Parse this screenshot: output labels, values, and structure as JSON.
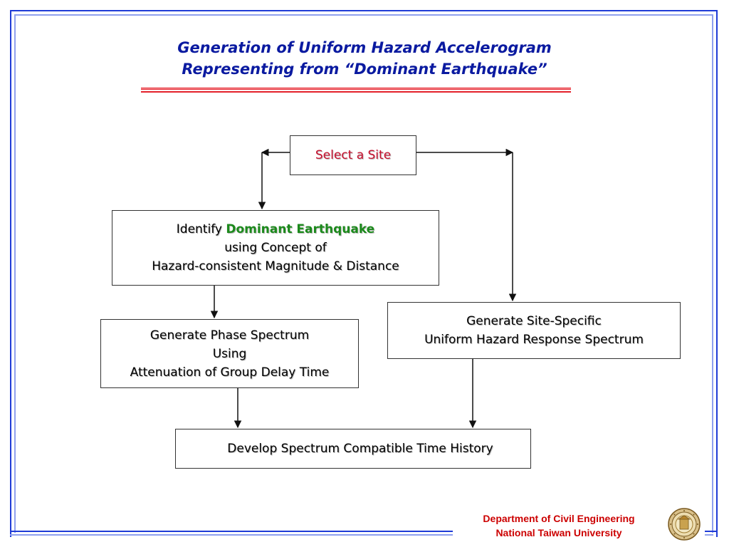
{
  "title": {
    "line1": "Generation of Uniform Hazard Accelerogram",
    "line2": "Representing from “Dominant Earthquake”"
  },
  "boxes": {
    "select_site": "Select a Site",
    "identify": {
      "prefix": "Identify ",
      "highlight": "Dominant Earthquake",
      "line2": "using Concept of",
      "line3": "Hazard-consistent Magnitude & Distance"
    },
    "phase": {
      "line1": "Generate Phase Spectrum",
      "line2": "Using",
      "line3": "Attenuation of Group Delay Time"
    },
    "uhs": {
      "line1": "Generate Site-Specific",
      "line2": "Uniform Hazard Response Spectrum"
    },
    "develop": "Develop Spectrum Compatible Time History"
  },
  "footer": {
    "department": "Department of Civil Engineering",
    "university": "National Taiwan University"
  },
  "colors": {
    "title": "#0a1aa0",
    "accent_red": "#c8102e",
    "highlight_green": "#1c8a1c",
    "frame_blue": "#1f3bd6"
  },
  "icons": {
    "seal": "university-seal-icon"
  }
}
